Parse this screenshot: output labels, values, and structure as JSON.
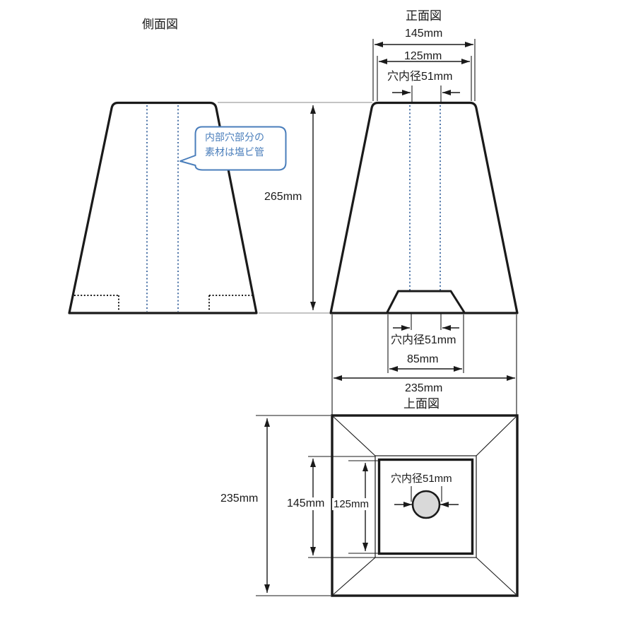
{
  "colors": {
    "outline": "#1a1a1a",
    "dimension": "#1a1a1a",
    "hidden_pipe_blue": "#4e75a8",
    "callout_blue": "#4a7ebb",
    "hole_fill_gray": "#d9d9d9",
    "projection_gray": "#888888"
  },
  "side_view": {
    "title": "側面図"
  },
  "front_view": {
    "title": "正面図",
    "dim_top_width": "145mm",
    "dim_top_inner_width": "125mm",
    "dim_top_hole": "穴内径51mm",
    "dim_height": "265mm",
    "dim_bottom_hole": "穴内径51mm",
    "dim_tunnel_width": "85mm",
    "dim_base_width": "235mm"
  },
  "top_view": {
    "title": "上面図",
    "dim_base": "235mm",
    "dim_platform": "145mm",
    "dim_inner_platform": "125mm",
    "dim_hole": "穴内径51mm"
  },
  "callout": {
    "line1": "内部穴部分の",
    "line2": "素材は塩ビ管"
  }
}
